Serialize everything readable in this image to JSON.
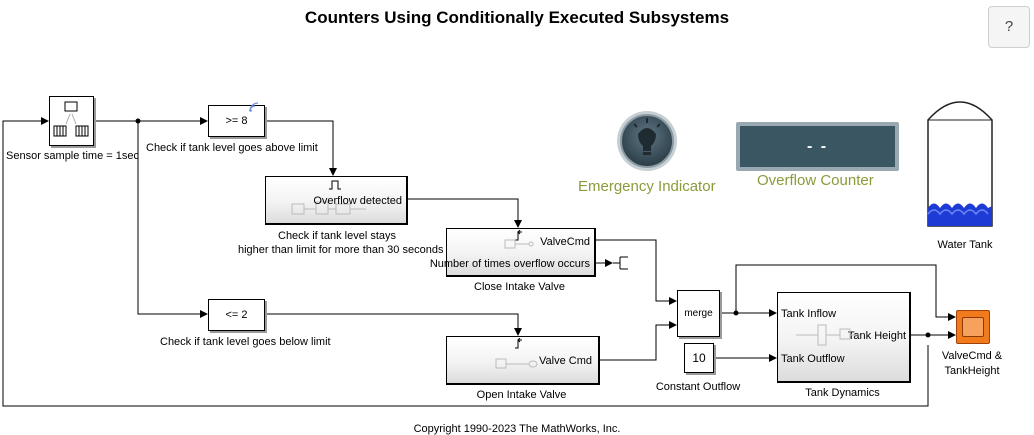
{
  "page": {
    "title": "Counters Using Conditionally Executed Subsystems",
    "help_label": "?",
    "copyright": "Copyright 1990-2023 The MathWorks, Inc."
  },
  "blocks": {
    "sensor_label": "Sensor sample time = 1sec",
    "check_high_value": ">= 8",
    "check_high_label": "Check if tank level goes above limit",
    "overflow_port": "Overflow detected",
    "overflow_label_1": "Check if tank level stays",
    "overflow_label_2": "higher than limit for more than 30 seconds",
    "close_port_1": "ValveCmd",
    "close_port_2": "Number of times overflow occurs",
    "close_label": "Close Intake Valve",
    "check_low_value": "<= 2",
    "check_low_label": "Check if tank level goes below limit",
    "open_port": "Valve Cmd",
    "open_label": "Open Intake Valve",
    "merge_value": "merge",
    "const_value": "10",
    "const_label": "Constant Outflow",
    "tank_in_1": "Tank Inflow",
    "tank_in_2": "Tank Outflow",
    "tank_out": "Tank Height",
    "tank_label": "Tank Dynamics",
    "scope_label_1": "ValveCmd &",
    "scope_label_2": "TankHeight"
  },
  "dashboard": {
    "emergency_label": "Emergency Indicator",
    "counter_value": "- -",
    "counter_label": "Overflow Counter",
    "water_tank_label": "Water Tank"
  },
  "colors": {
    "dashboard_text": "#8c9a3a",
    "display_bg": "#3b5663",
    "water": "#1f3bd6",
    "scope": "#f07a1c"
  }
}
